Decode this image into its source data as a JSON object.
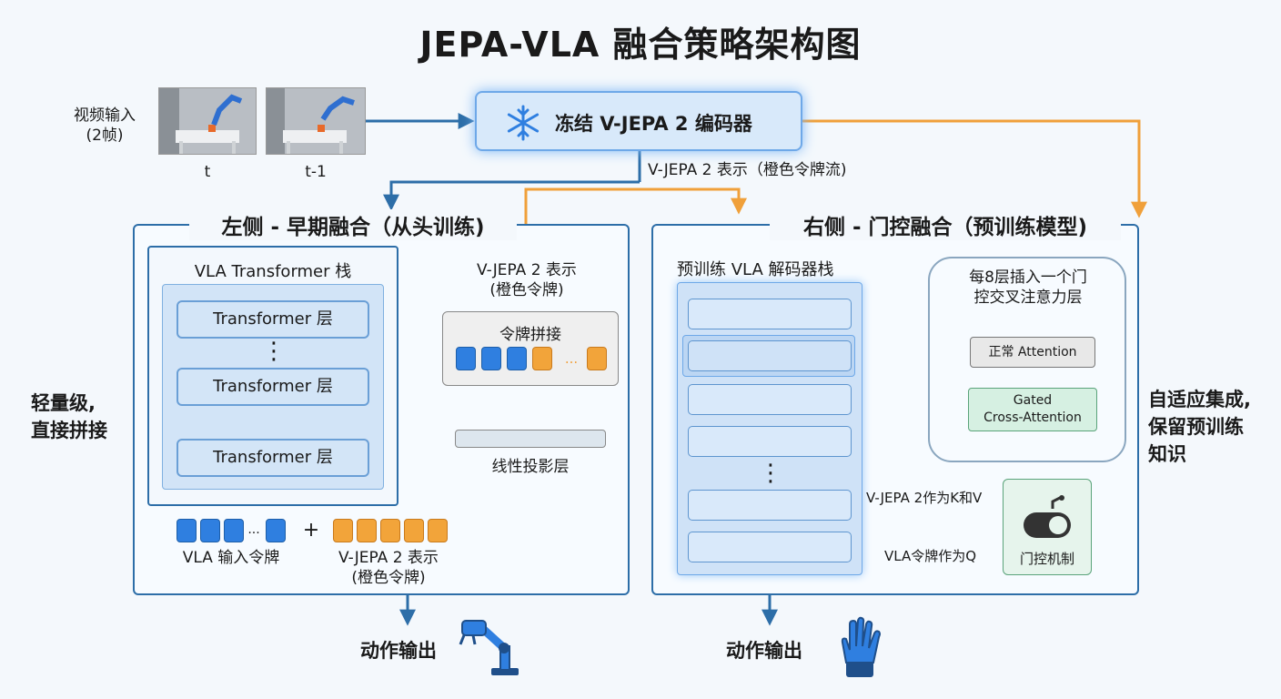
{
  "title": "JEPA-VLA 融合策略架构图",
  "video_input": {
    "label_line1": "视频输入",
    "label_line2": "(2帧)",
    "frame_labels": [
      "t",
      "t-1"
    ]
  },
  "encoder": {
    "label": "冻结 V-JEPA 2 编码器",
    "icon": "snowflake-icon"
  },
  "stream_label": "V-JEPA 2 表示（橙色令牌流)",
  "left": {
    "title": "左侧 - 早期融合（从头训练)",
    "side_note_line1": "轻量级,",
    "side_note_line2": "直接拼接",
    "stack_title": "VLA Transformer 栈",
    "layers": [
      "Transformer 层",
      "Transformer 层",
      "Transformer 层"
    ],
    "rep_line1": "V-JEPA 2 表示",
    "rep_line2": "(橙色令牌)",
    "concat_label": "令牌拼接",
    "concat_ellipsis": "...",
    "proj_label": "线性投影层",
    "vla_tokens_label": "VLA 输入令牌",
    "vla_tokens_ellipsis": "...",
    "plus": "+",
    "jepa_tokens_line1": "V-JEPA 2 表示",
    "jepa_tokens_line2": "(橙色令牌)",
    "vertical_dots": "⋮",
    "output_label": "动作输出",
    "output_icon": "robot-arm-icon"
  },
  "right": {
    "title": "右侧 - 门控融合（预训练模型)",
    "side_note_line1": "自适应集成,",
    "side_note_line2": "保留预训练",
    "side_note_line3": "知识",
    "decoder_title": "预训练 VLA 解码器栈",
    "vertical_dots": "⋮",
    "zoom_title_line1": "每8层插入一个门",
    "zoom_title_line2": "控交叉注意力层",
    "normal_attention": "正常 Attention",
    "gated_line1": "Gated",
    "gated_line2": "Cross-Attention",
    "kv_label": "V-JEPA 2作为K和V",
    "q_label": "VLA令牌作为Q",
    "gate_label": "门控机制",
    "gate_icon": "toggle-switch-icon",
    "output_label": "动作输出",
    "output_icon": "robot-hand-icon"
  },
  "colors": {
    "blue_arrow": "#2d6ea8",
    "orange_arrow": "#f0a03a",
    "token_blue": "#2f7fe0",
    "token_orange": "#f2a43a",
    "gated_green": "#d6f0e2"
  }
}
